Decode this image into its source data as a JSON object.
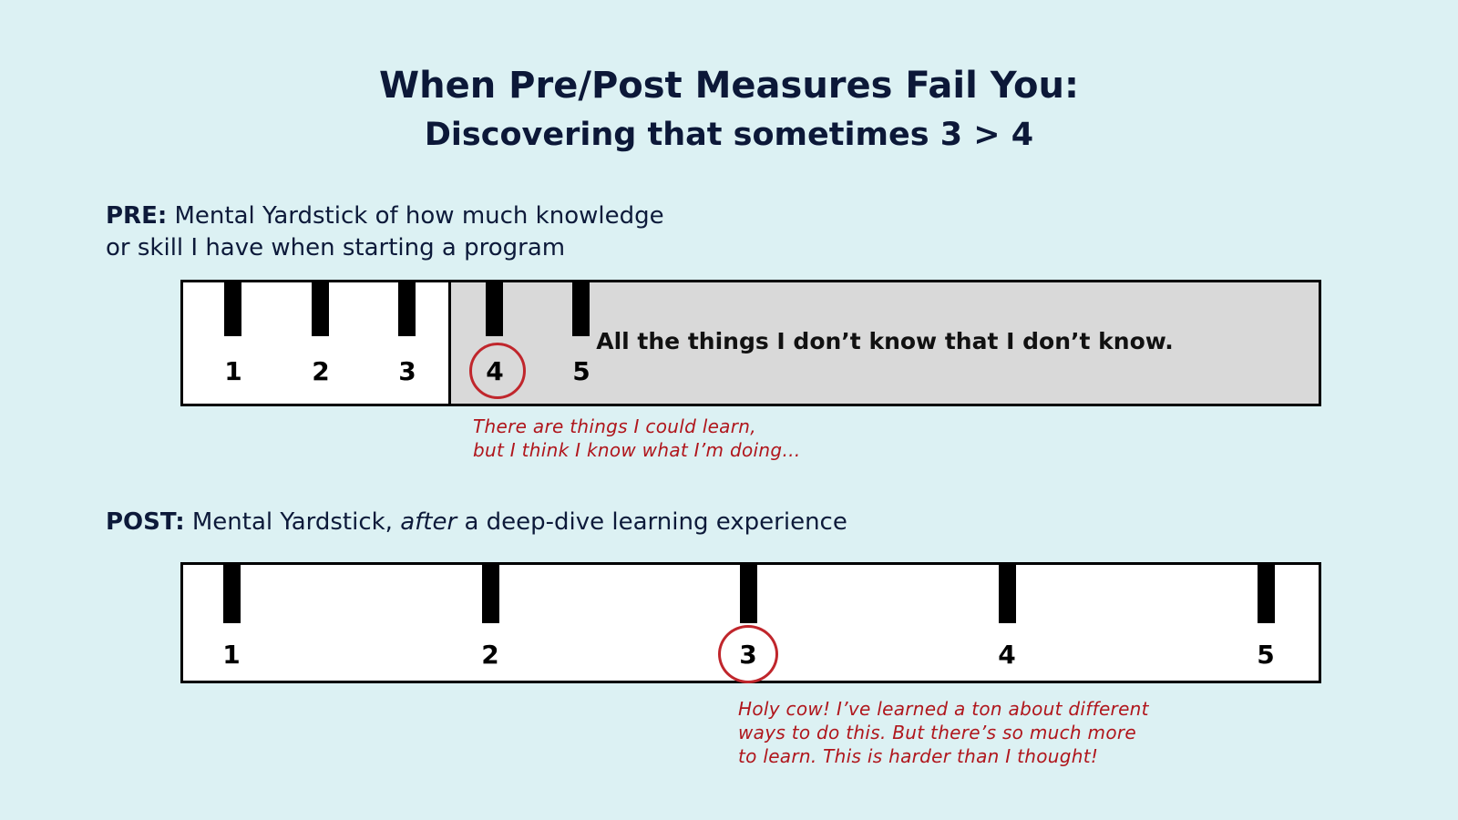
{
  "title": "When Pre/Post Measures Fail You:",
  "subtitle": "Discovering that sometimes 3 > 4",
  "pre": {
    "label": "PRE:",
    "caption_line1": "Mental Yardstick of how much knowledge",
    "caption_line2": "or skill I have when starting a program",
    "ticks": [
      "1",
      "2",
      "3",
      "4",
      "5"
    ],
    "selected": "4",
    "unknown_text": "All the things I don’t know that I don’t know.",
    "note_line1": "There are things I could learn,",
    "note_line2": "but I think I know what I’m doing…"
  },
  "post": {
    "label": "POST:",
    "caption_before": "Mental Yardstick,",
    "caption_italic": "after",
    "caption_after": "a deep-dive learning experience",
    "ticks": [
      "1",
      "2",
      "3",
      "4",
      "5"
    ],
    "selected": "3",
    "note_line1": "Holy cow! I’ve learned a ton about different",
    "note_line2": "ways to do this. But there’s so much more",
    "note_line3": "to learn. This is harder than I thought!"
  },
  "colors": {
    "background": "#dcf1f3",
    "title": "#0c1838",
    "annotation": "#b0161c",
    "unknown_zone": "#d9d9d9"
  }
}
